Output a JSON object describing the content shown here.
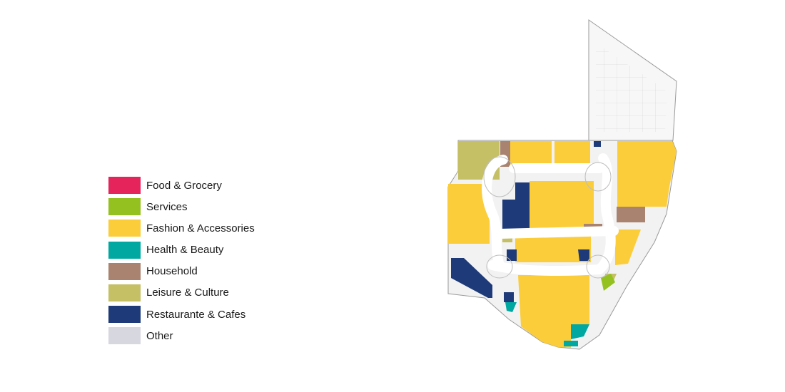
{
  "legend": [
    {
      "label": "Food & Grocery",
      "color": "#e4245a"
    },
    {
      "label": "Services",
      "color": "#94c11f"
    },
    {
      "label": "Fashion & Accessories",
      "color": "#fbcd3a"
    },
    {
      "label": "Health & Beauty",
      "color": "#00a8a1"
    },
    {
      "label": "Household",
      "color": "#a9836f"
    },
    {
      "label": "Leisure & Culture",
      "color": "#c5bf66"
    },
    {
      "label": "Restaurante & Cafes",
      "color": "#1e3a78"
    },
    {
      "label": "Other",
      "color": "#d7d7e0"
    }
  ],
  "map": {
    "corridor_color": "#f2f2f2",
    "outline_color": "#9a9a9a"
  }
}
